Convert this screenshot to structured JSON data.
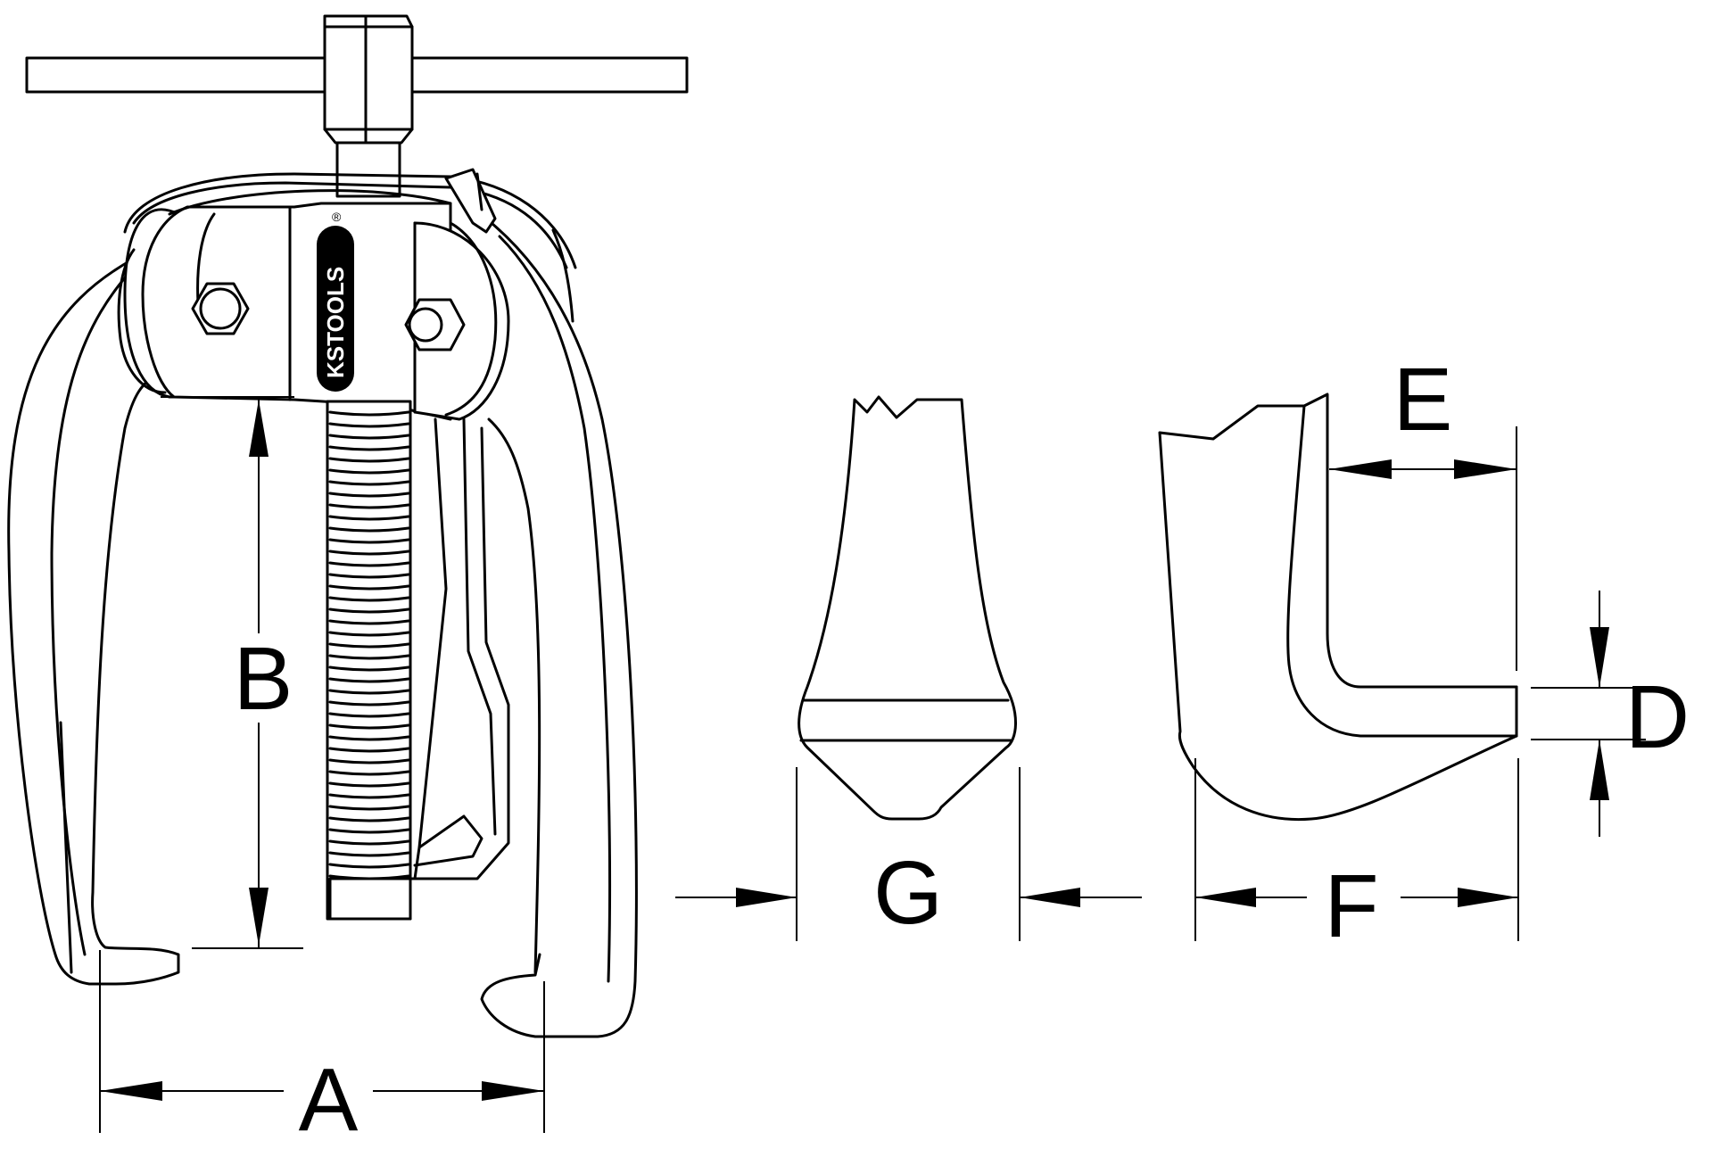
{
  "brand": {
    "logo_text": "KSTOOLS",
    "registered_mark": "®"
  },
  "dimensions": {
    "A": "A",
    "B": "B",
    "D": "D",
    "E": "E",
    "F": "F",
    "G": "G"
  },
  "colors": {
    "line": "#000000",
    "background": "#ffffff"
  }
}
